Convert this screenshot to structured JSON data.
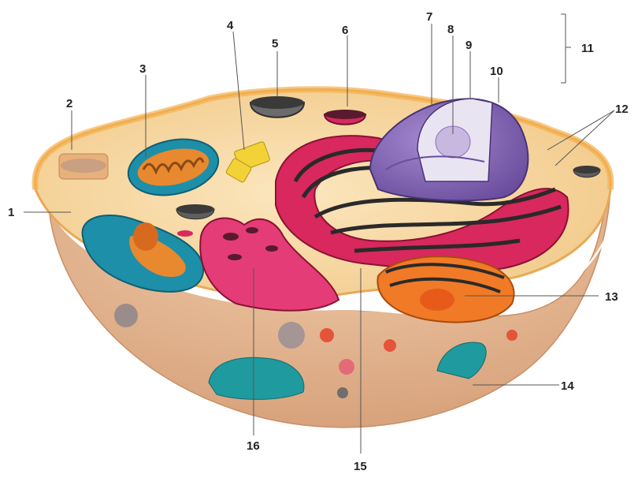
{
  "diagram": {
    "labels": [
      "1",
      "2",
      "3",
      "4",
      "5",
      "6",
      "7",
      "8",
      "9",
      "10",
      "11",
      "12",
      "13",
      "14",
      "15",
      "16"
    ]
  },
  "colors": {
    "cytoplasm": "#f6d8a0",
    "membrane": "#f1b564",
    "lower_body": "#e3b48f",
    "mitochondria_blue": "#1d8fa8",
    "mitochondria_inner": "#e8892f",
    "er": "#d8285e",
    "nucleus": "#8b6ab8",
    "nucleus_interior": "#e9e4f2",
    "golgi": "#f07a26",
    "centriole": "#f3d238",
    "vesicle": "#4a4a4a"
  }
}
